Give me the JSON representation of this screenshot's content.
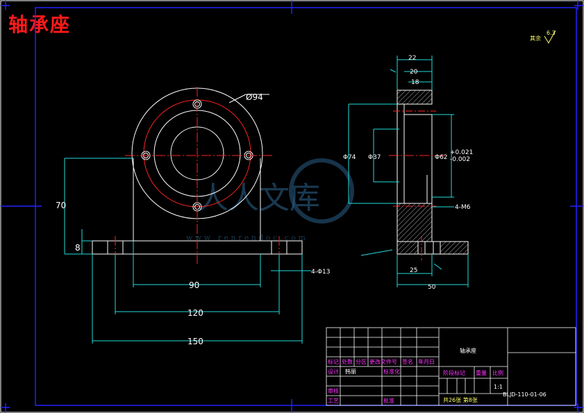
{
  "title": "轴承座",
  "roughness": {
    "label": "其余",
    "value": "6.3"
  },
  "front_dims": {
    "dia94": "Ø94",
    "h70": "70",
    "h8": "8",
    "w90": "90",
    "w120": "120",
    "w150": "150",
    "holes": "4-Φ13"
  },
  "side_dims": {
    "w22": "22",
    "w20": "20",
    "w18": "18",
    "d74": "Φ74",
    "d37": "Φ37",
    "d62": "Φ62",
    "tol_up": "+0.021",
    "tol_low": "-0.002",
    "thread": "4-M6",
    "w25": "25",
    "w50": "50"
  },
  "watermark": {
    "text": "人人文库",
    "url": "w w w . r e n r e n d o c . c o m"
  },
  "titleblock": {
    "part_name": "轴承座",
    "h_mark": "标记",
    "h_count": "处数",
    "h_zone": "分区",
    "h_docno": "更改文件号",
    "h_sign": "签名",
    "h_date": "年月日",
    "design": "设计",
    "designer": "韩丽",
    "standard": "标准化",
    "stage": "阶段标记",
    "weight": "重量",
    "scale": "比例",
    "scale_val": "1:1",
    "review": "审核",
    "process": "工艺",
    "approve": "批准",
    "sheets": "共26张 第8张",
    "drawing_no": "BLJD-110-01-06"
  }
}
